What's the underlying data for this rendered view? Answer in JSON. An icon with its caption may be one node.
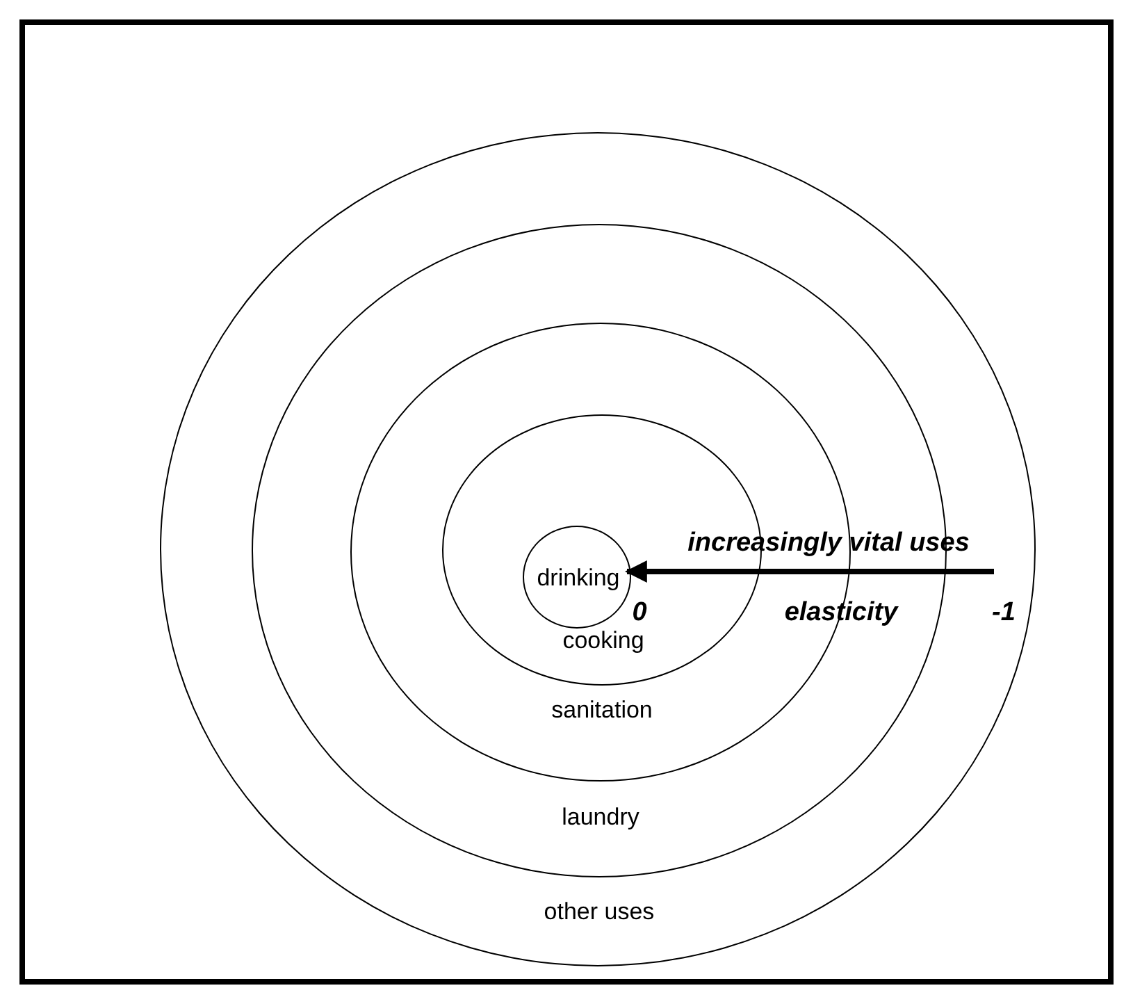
{
  "diagram": {
    "nodes": [
      {
        "text": [
          "other uses"
        ]
      },
      {
        "text": [
          "laundry"
        ],
        "in": 0
      },
      {
        "text": [
          "sanitation"
        ],
        "in": 1
      },
      {
        "text": [
          "cooking"
        ],
        "in": 2
      },
      {
        "text": [
          "drinking"
        ],
        "in": 3
      }
    ],
    "edges": [
      {
        "from": null,
        "to": 4,
        "arrow": "to",
        "label": "increasingly vital uses"
      }
    ],
    "labels": [
      "0",
      "elasticity",
      "-1"
    ]
  }
}
